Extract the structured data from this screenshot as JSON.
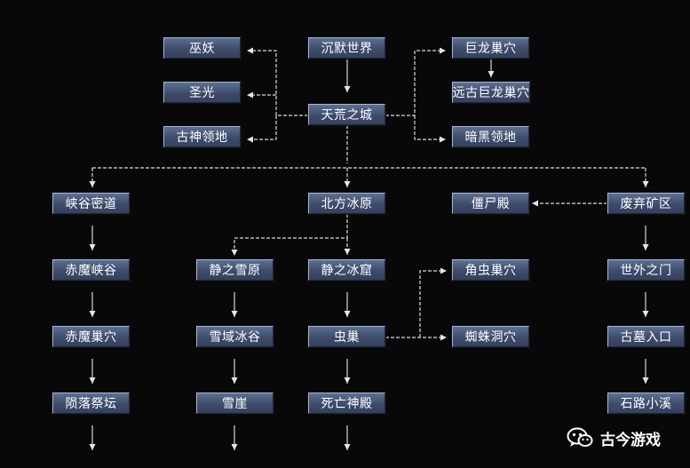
{
  "nodes": [
    {
      "id": "wuyao",
      "label": "巫妖"
    },
    {
      "id": "shengguang",
      "label": "圣光"
    },
    {
      "id": "gushen",
      "label": "古神领地"
    },
    {
      "id": "chenmo",
      "label": "沉默世界"
    },
    {
      "id": "tianhuang",
      "label": "天荒之城"
    },
    {
      "id": "julong",
      "label": "巨龙巢穴"
    },
    {
      "id": "yuangu",
      "label": "远古巨龙巢穴"
    },
    {
      "id": "anhei",
      "label": "暗黑领地"
    },
    {
      "id": "xiagu",
      "label": "峡谷密道"
    },
    {
      "id": "beifang",
      "label": "北方冰原"
    },
    {
      "id": "jiangshi",
      "label": "僵尸殿"
    },
    {
      "id": "feiqi",
      "label": "废弃矿区"
    },
    {
      "id": "chimo_xia",
      "label": "赤魔峡谷"
    },
    {
      "id": "jingxue",
      "label": "静之雪原"
    },
    {
      "id": "jingbing",
      "label": "静之冰窟"
    },
    {
      "id": "jiaochong",
      "label": "角虫巢穴"
    },
    {
      "id": "shiwai",
      "label": "世外之门"
    },
    {
      "id": "chimo_chao",
      "label": "赤魔巢穴"
    },
    {
      "id": "xueyu",
      "label": "雪域冰谷"
    },
    {
      "id": "chongchao",
      "label": "虫巢"
    },
    {
      "id": "zhizhu",
      "label": "蜘蛛洞穴"
    },
    {
      "id": "gumu",
      "label": "古墓入口"
    },
    {
      "id": "yunluo",
      "label": "陨落祭坛"
    },
    {
      "id": "xueya",
      "label": "雪崖"
    },
    {
      "id": "siwang",
      "label": "死亡神殿"
    },
    {
      "id": "shilu",
      "label": "石路小溪"
    }
  ],
  "watermark": {
    "text": "古今游戏",
    "icon": "wechat-icon"
  }
}
